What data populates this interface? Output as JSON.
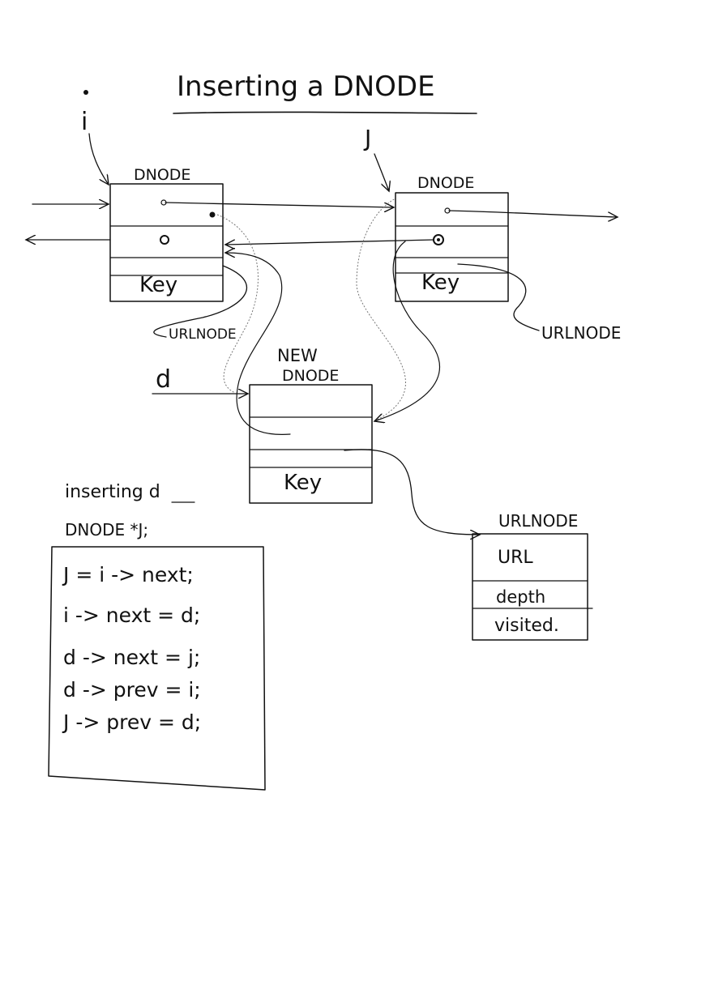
{
  "title": "Inserting a DNODE",
  "pointer_i": "i",
  "pointer_j": "J",
  "pointer_d": "d",
  "dnode_left": {
    "label": "DNODE",
    "key": "Key"
  },
  "dnode_right": {
    "label": "DNODE",
    "key": "Key"
  },
  "new_dnode": {
    "label_line1": "NEW",
    "label_line2": "DNODE",
    "key": "Key"
  },
  "urlnode_left_label": "URLNODE",
  "urlnode_right_label": "URLNODE",
  "urlnode": {
    "label": "URLNODE",
    "fields": [
      "URL",
      "depth",
      "visited."
    ]
  },
  "code": {
    "heading": "inserting d",
    "declaration": "DNODE *J;",
    "lines": [
      "J = i -> next;",
      "i -> next = d;",
      "d -> next = j;",
      "d -> prev = i;",
      "J -> prev = d;"
    ]
  }
}
